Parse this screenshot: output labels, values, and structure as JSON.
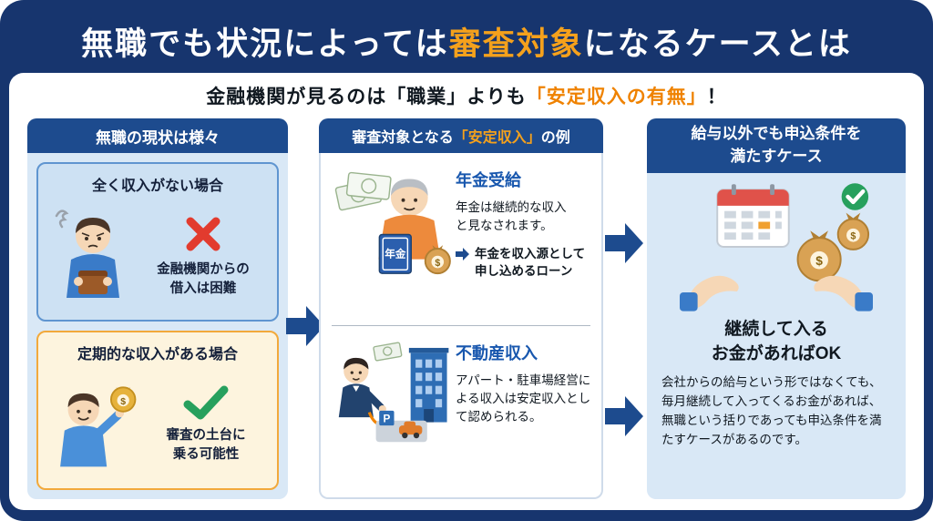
{
  "colors": {
    "navy_background": "#17356e",
    "panel_header_blue": "#1d4b8e",
    "accent_orange": "#f5a11c",
    "subtitle_orange": "#ef8200",
    "light_blue_panel": "#d9e8f6",
    "cream_box": "#fdf4de",
    "cross_red": "#e23b2e",
    "check_green": "#27a05d",
    "example_title_blue": "#1857ae"
  },
  "title": {
    "part1": "無職でも状況によっては",
    "highlight": "審査対象",
    "part2": "になるケースとは"
  },
  "subtitle": {
    "part1": "金融機関が見るのは「職業」よりも",
    "highlight": "「安定収入の有無」",
    "part2": "！"
  },
  "panel_status": {
    "header": "無職の現状は様々",
    "no_income": {
      "title": "全く収入がない場合",
      "caption": "金融機関からの\n借入は困難"
    },
    "regular_income": {
      "title": "定期的な収入がある場合",
      "caption": "審査の土台に\n乗る可能性"
    }
  },
  "panel_examples": {
    "header_part1": "審査対象となる",
    "header_highlight": "「安定収入」",
    "header_part2": "の例",
    "pension": {
      "title": "年金受給",
      "description": "年金は継続的な収入\nと見なされます。",
      "note": "年金を収入源として\n申し込めるローン",
      "book_label": "年金"
    },
    "real_estate": {
      "title": "不動産収入",
      "description": "アパート・駐車場経営による収入は安定収入として認められる。"
    }
  },
  "panel_result": {
    "header": "給与以外でも申込条件を\n満たすケース",
    "headline": "継続して入る\nお金があればOK",
    "body": "会社からの給与という形ではなくても、毎月継続して入ってくるお金があれば、無職という括りであっても申込条件を満たすケースがあるのです。"
  },
  "symbols": {
    "money": "$",
    "parking": "P"
  }
}
